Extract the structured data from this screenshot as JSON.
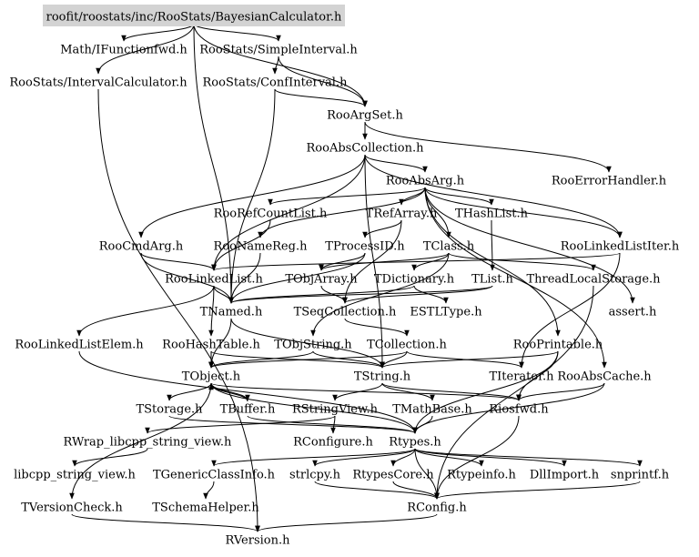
{
  "graph": {
    "root_fill": "#d3d3d3",
    "edge_color": "#000000",
    "nodes": {
      "BayesianCalculator": "roofit/roostats/inc/RooStats/BayesianCalculator.h",
      "IFunctionfwd": "Math/IFunctionfwd.h",
      "SimpleInterval": "RooStats/SimpleInterval.h",
      "IntervalCalculator": "RooStats/IntervalCalculator.h",
      "ConfInterval": "RooStats/ConfInterval.h",
      "RooArgSet": "RooArgSet.h",
      "RooAbsCollection": "RooAbsCollection.h",
      "RooErrorHandler": "RooErrorHandler.h",
      "RooAbsArg": "RooAbsArg.h",
      "RooRefCountList": "RooRefCountList.h",
      "TRefArray": "TRefArray.h",
      "THashList": "THashList.h",
      "RooCmdArg": "RooCmdArg.h",
      "RooNameReg": "RooNameReg.h",
      "TProcessID": "TProcessID.h",
      "TClass": "TClass.h",
      "RooLinkedListIter": "RooLinkedListIter.h",
      "RooLinkedList": "RooLinkedList.h",
      "TObjArray": "TObjArray.h",
      "TDictionary": "TDictionary.h",
      "TList": "TList.h",
      "ThreadLocalStorage": "ThreadLocalStorage.h",
      "TNamed": "TNamed.h",
      "TSeqCollection": "TSeqCollection.h",
      "ESTLType": "ESTLType.h",
      "assert": "assert.h",
      "RooLinkedListElem": "RooLinkedListElem.h",
      "RooHashTable": "RooHashTable.h",
      "TObjString": "TObjString.h",
      "TCollection": "TCollection.h",
      "RooPrintable": "RooPrintable.h",
      "TObject": "TObject.h",
      "TString": "TString.h",
      "TIterator": "TIterator.h",
      "RooAbsCache": "RooAbsCache.h",
      "TStorage": "TStorage.h",
      "TBuffer": "TBuffer.h",
      "RStringView": "RStringView.h",
      "TMathBase": "TMathBase.h",
      "Riosfwd": "Riosfwd.h",
      "RWrap": "RWrap_libcpp_string_view.h",
      "RConfigure": "RConfigure.h",
      "Rtypes": "Rtypes.h",
      "libcpp": "libcpp_string_view.h",
      "TGenericClassInfo": "TGenericClassInfo.h",
      "strlcpy": "strlcpy.h",
      "RtypesCore": "RtypesCore.h",
      "Rtypeinfo": "Rtypeinfo.h",
      "DllImport": "DllImport.h",
      "snprintf": "snprintf.h",
      "TVersionCheck": "TVersionCheck.h",
      "TSchemaHelper": "TSchemaHelper.h",
      "RConfig": "RConfig.h",
      "RVersion": "RVersion.h"
    }
  }
}
